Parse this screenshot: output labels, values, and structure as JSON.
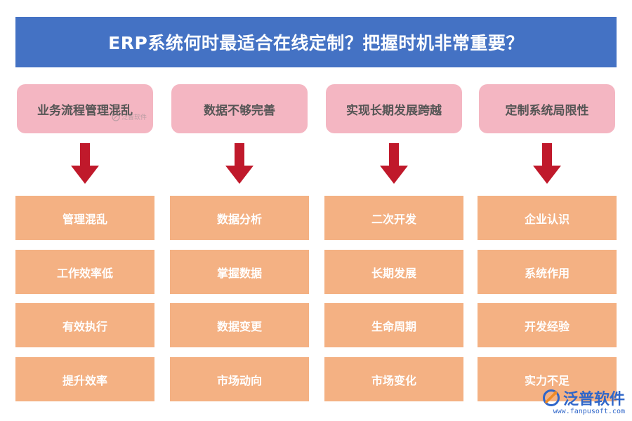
{
  "title": "ERP系统何时最适合在线定制？把握时机非常重要？",
  "colors": {
    "title_bg": "#4472c4",
    "header_bg": "#f4b6c2",
    "item_bg": "#f4b183",
    "arrow": "#c0192b"
  },
  "columns": [
    {
      "header": "业务流程管理混乱",
      "items": [
        "管理混乱",
        "工作效率低",
        "有效执行",
        "提升效率"
      ]
    },
    {
      "header": "数据不够完善",
      "items": [
        "数据分析",
        "掌握数据",
        "数据变更",
        "市场动向"
      ]
    },
    {
      "header": "实现长期发展跨越",
      "items": [
        "二次开发",
        "长期发展",
        "生命周期",
        "市场变化"
      ]
    },
    {
      "header": "定制系统局限性",
      "items": [
        "企业认识",
        "系统作用",
        "开发经验",
        "实力不足"
      ]
    }
  ],
  "watermark": {
    "text": "泛普软件",
    "icon": "fanpu-logo-icon"
  },
  "logo": {
    "name": "泛普软件",
    "url": "www.fanpusoft.com",
    "icon": "fanpu-logo-icon"
  }
}
